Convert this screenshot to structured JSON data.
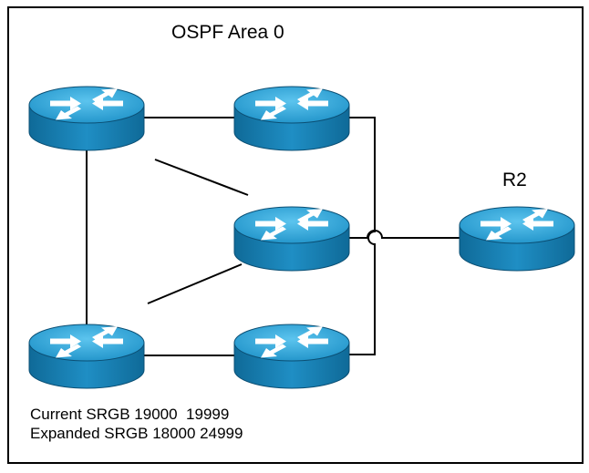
{
  "diagram": {
    "title": "OSPF Area 0",
    "router_r2_label": "R2",
    "srgb_current": "Current SRGB 19000  19999",
    "srgb_expanded": "Expanded SRGB 18000 24999",
    "colors": {
      "router_top": "#2aa3d8",
      "router_side": "#1677a9",
      "router_edge": "#0b4f74",
      "arrow": "#ffffff",
      "line": "#000000"
    },
    "icons": [
      "router-icon"
    ]
  }
}
